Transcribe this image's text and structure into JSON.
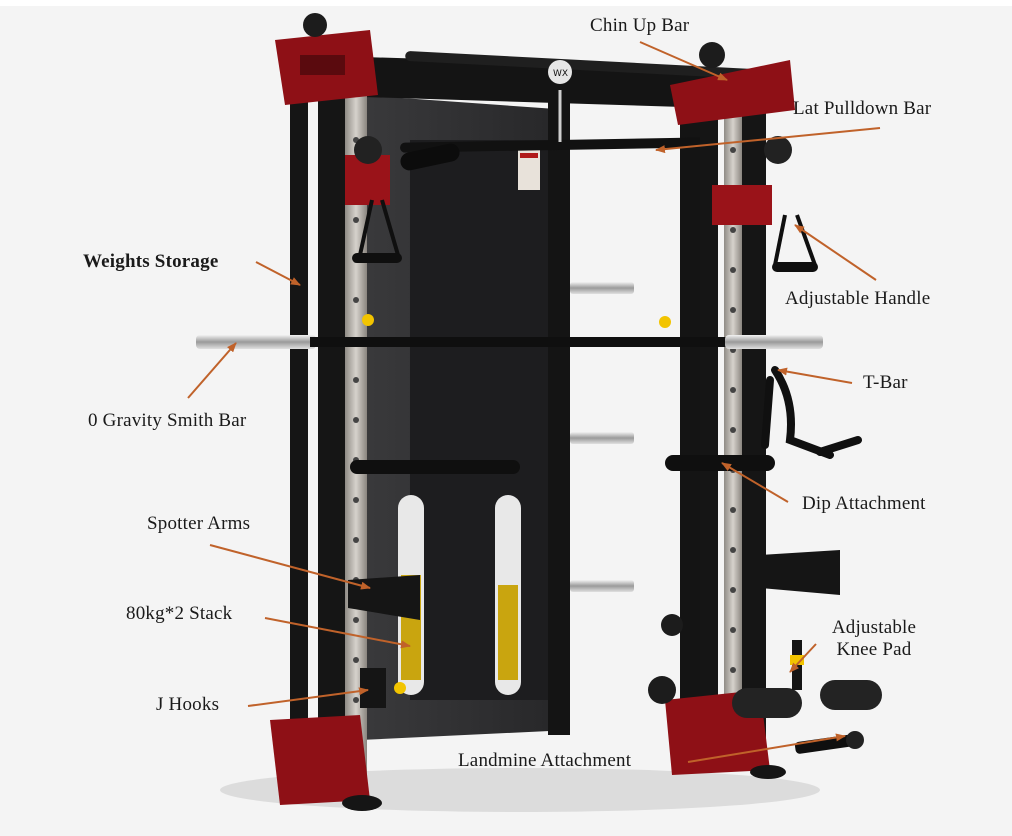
{
  "labels": {
    "chin_up_bar": "Chin Up Bar",
    "lat_pulldown_bar": "Lat Pulldown Bar",
    "weights_storage": "Weights Storage",
    "adjustable_handle": "Adjustable Handle",
    "t_bar": "T-Bar",
    "zero_gravity_smith_bar": "0 Gravity Smith Bar",
    "dip_attachment": "Dip Attachment",
    "spotter_arms": "Spotter Arms",
    "stack": "80kg*2 Stack",
    "adjustable_knee_pad_line1": "Adjustable",
    "adjustable_knee_pad_line2": "Knee Pad",
    "j_hooks": "J Hooks",
    "landmine_attachment": "Landmine Attachment"
  },
  "colors": {
    "frame_black": "#161616",
    "frame_red": "#8e1016",
    "upright_silver": "#b9b4ad",
    "backboard": "#2d2d2f",
    "arrow": "#c0622a",
    "accent_yellow": "#f2c400"
  }
}
